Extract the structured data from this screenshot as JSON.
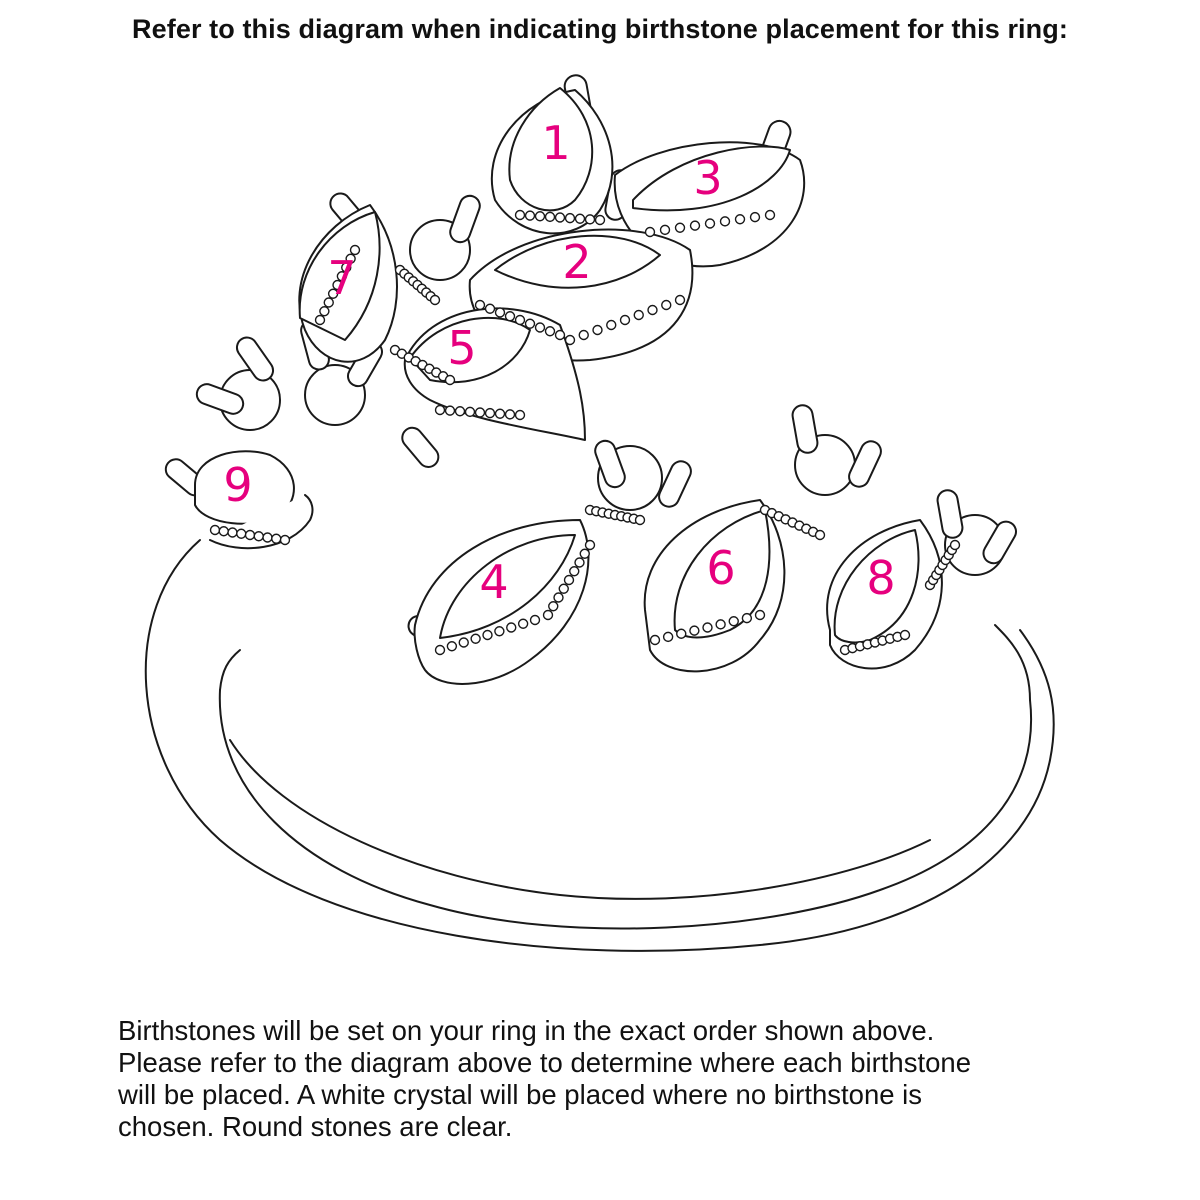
{
  "heading": "Refer to this diagram when indicating birthstone placement for this ring:",
  "colors": {
    "number": "#e6007e",
    "line": "#1a1a1a",
    "text": "#111111"
  },
  "stones": [
    {
      "label": "1",
      "shape": "marquise"
    },
    {
      "label": "2",
      "shape": "marquise"
    },
    {
      "label": "3",
      "shape": "marquise"
    },
    {
      "label": "4",
      "shape": "marquise"
    },
    {
      "label": "5",
      "shape": "marquise"
    },
    {
      "label": "6",
      "shape": "marquise"
    },
    {
      "label": "7",
      "shape": "marquise"
    },
    {
      "label": "8",
      "shape": "marquise"
    },
    {
      "label": "9",
      "shape": "oval"
    }
  ],
  "note_lines": [
    "Birthstones will be set on your ring in the exact order shown above.",
    "Please refer to the diagram above to determine where each birthstone",
    "will be placed. A white crystal will be placed where no birthstone is",
    "chosen. Round stones are clear."
  ]
}
